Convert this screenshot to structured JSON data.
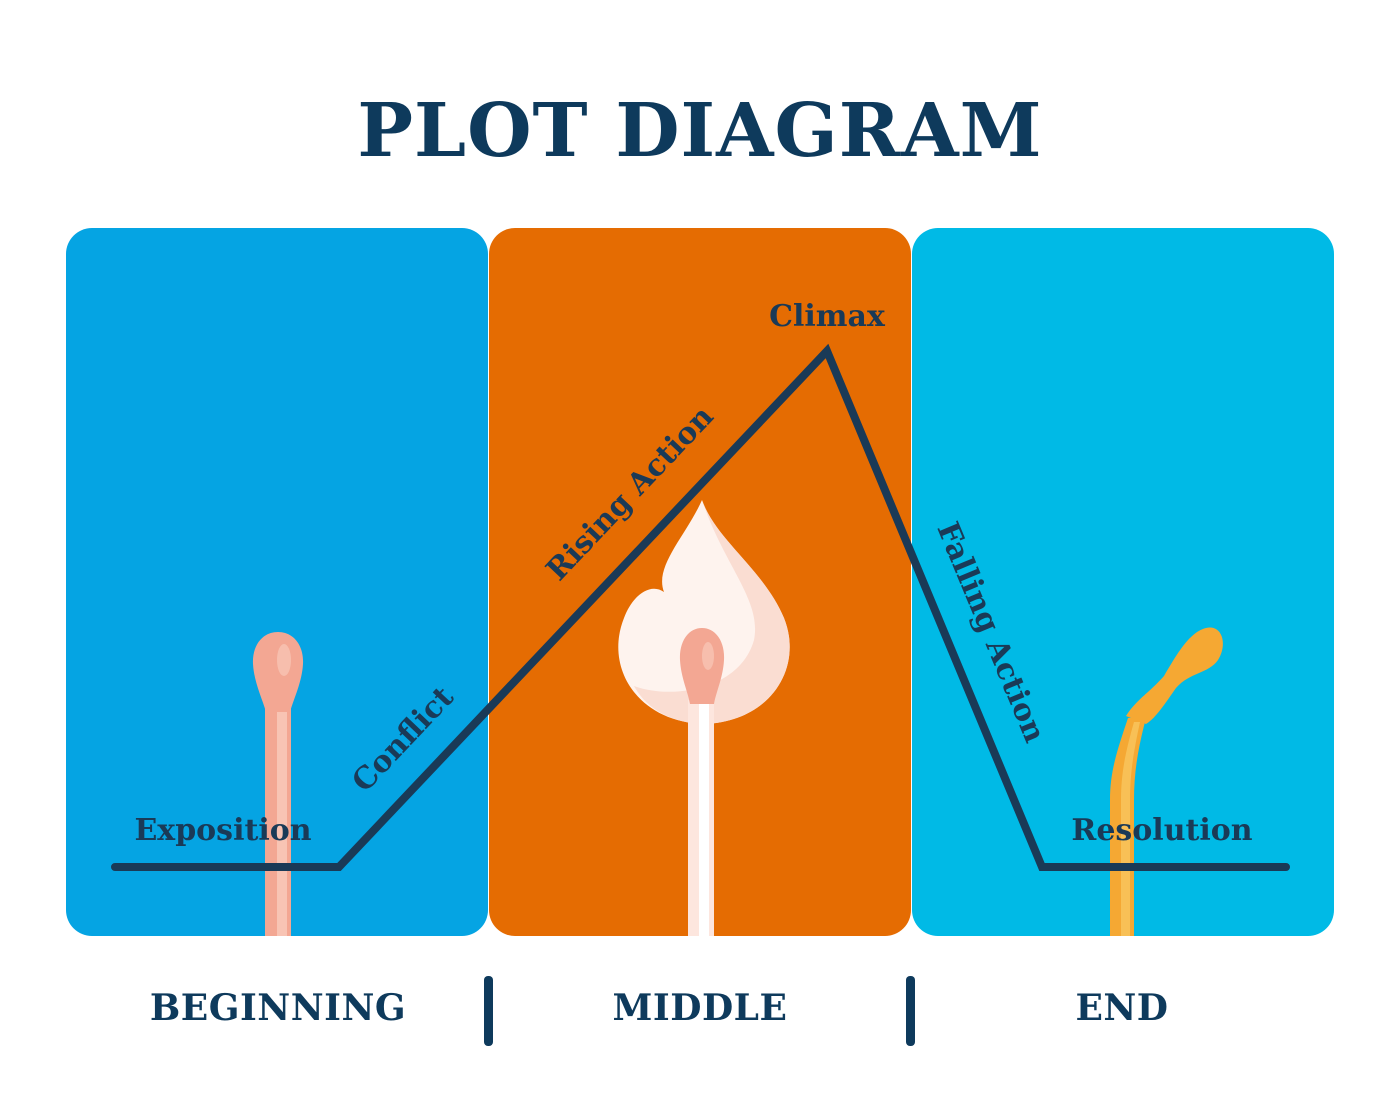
{
  "title": "PLOT DIAGRAM",
  "stages": {
    "exposition": "Exposition",
    "conflict": "Conflict",
    "rising_action": "Rising Action",
    "climax": "Climax",
    "falling_action": "Falling Action",
    "resolution": "Resolution"
  },
  "sections": {
    "beginning": "BEGINNING",
    "middle": "MIDDLE",
    "end": "END"
  },
  "colors": {
    "title": "#0e3a5c",
    "line": "#1a3a57",
    "beginning_panel": "#05a4e3",
    "middle_panel": "#e56c02",
    "end_panel": "#00bae6",
    "match_unlit": "#f3a793",
    "flame": "#fef3ee",
    "match_burnt": "#f5a833"
  },
  "icons": {
    "beginning": "unlit-match-icon",
    "middle": "burning-match-icon",
    "end": "burnt-match-icon"
  }
}
